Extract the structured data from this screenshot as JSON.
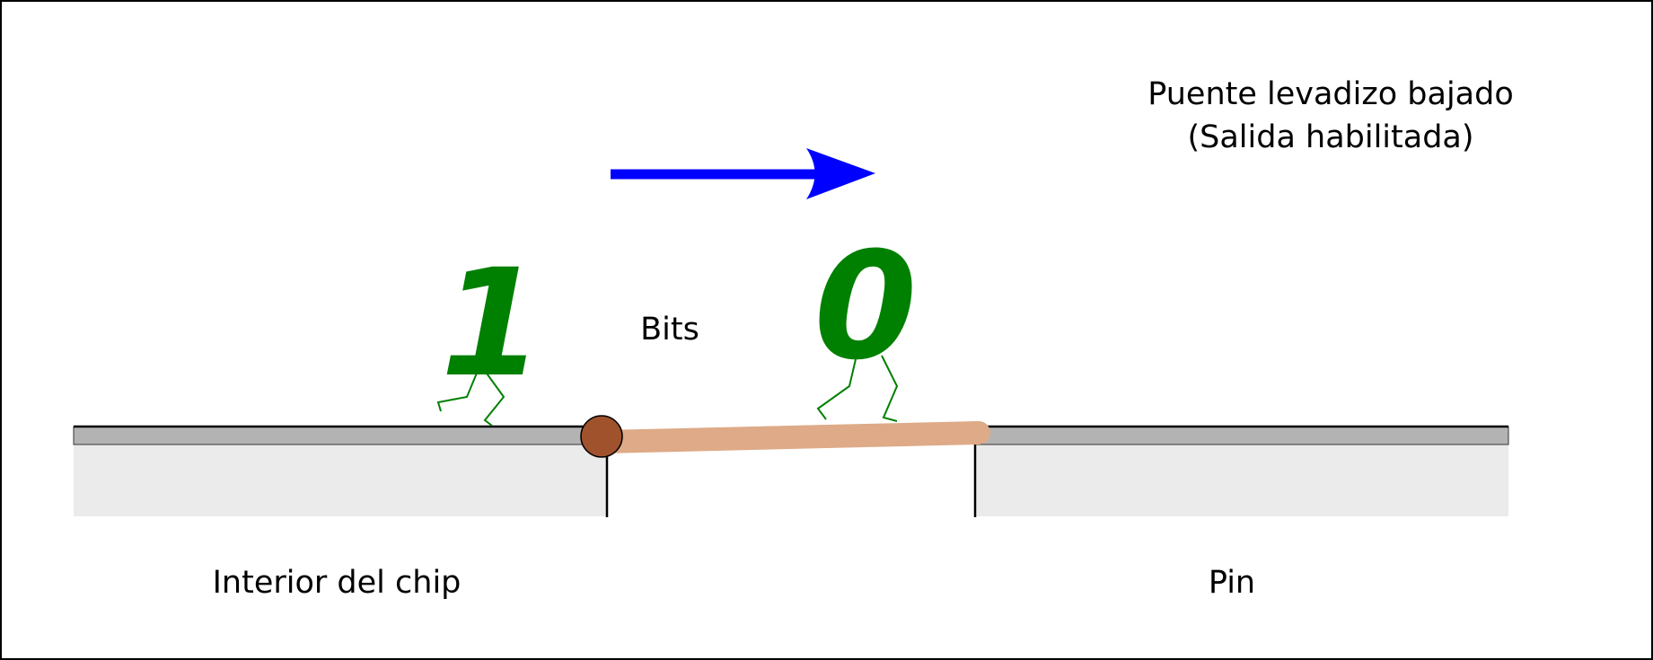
{
  "title_line1": "Puente levadizo bajado",
  "title_line2": "(Salida habilitada)",
  "bits_label": "Bits",
  "chip_label": "Interior del chip",
  "pin_label": "Pin",
  "bit_one": "1",
  "bit_zero": "0",
  "colors": {
    "arrow": "#0000ff",
    "bits": "#008000",
    "bridge": "#deaa87",
    "hinge": "#a0522d",
    "deck": "#b3b3b3",
    "ground": "#ebebeb"
  }
}
